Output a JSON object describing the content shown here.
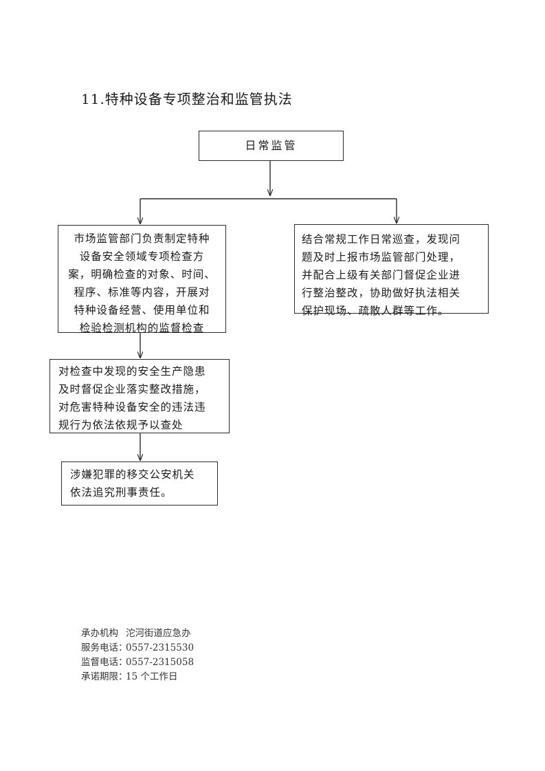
{
  "title": "11.特种设备专项整治和监管执法",
  "flow": {
    "start": "日常监管",
    "left_box_1": [
      "市场监管部门负责制定特种",
      "设备安全领域专项检查方",
      "案，明确检查的对象、时间、",
      "程序、标准等内容，开展对",
      "特种设备经营、使用单位和",
      "检验检测机构的监督检查"
    ],
    "right_box_1": [
      "结合常规工作日常巡查，发现问",
      "题及时上报市场监管部门处理，",
      "并配合上级有关部门督促企业进",
      "行整治整改，协助做好执法相关",
      "保护现场、疏散人群等工作。"
    ],
    "left_box_2": [
      "对检查中发现的安全生产隐患",
      "及时督促企业落实整改措施，",
      "对危害特种设备安全的违法违",
      "规行为依法依规予以查处"
    ],
    "left_box_3": [
      "涉嫌犯罪的移交公安机关",
      "依法追究刑事责任。"
    ]
  },
  "footer": [
    {
      "label": "承办机构",
      "value": "沱河街道应急办"
    },
    {
      "label": "服务电话：",
      "value": "0557-2315530"
    },
    {
      "label": "监督电话：",
      "value": "0557-2315058"
    },
    {
      "label": "承诺期限：",
      "value": "15 个工作日"
    }
  ]
}
